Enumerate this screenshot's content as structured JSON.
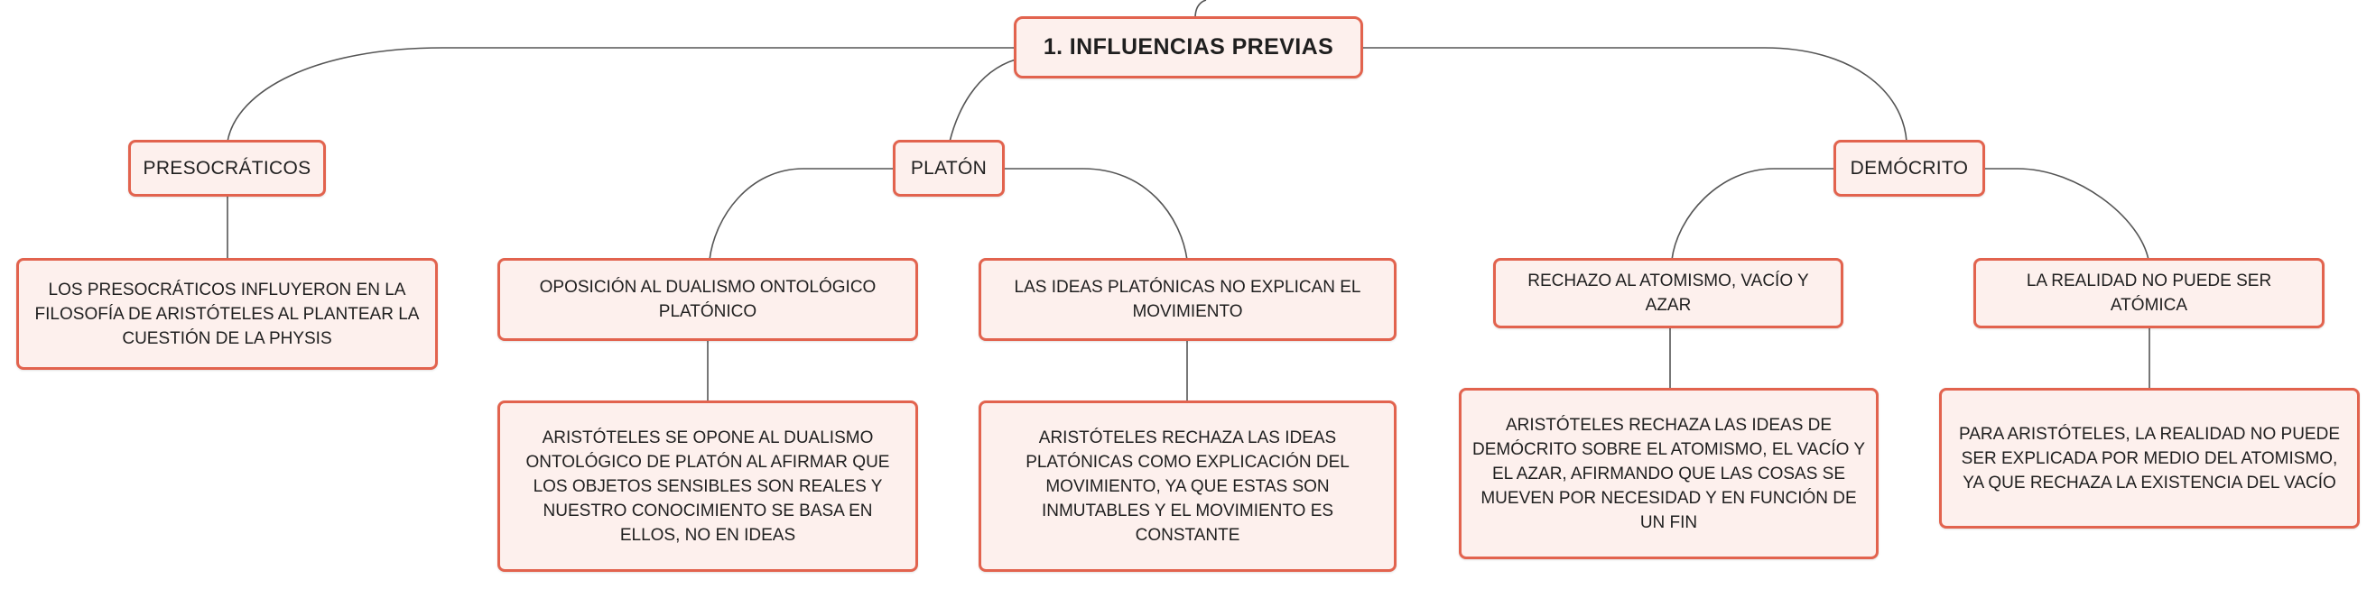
{
  "root": {
    "label": "1. INFLUENCIAS PREVIAS"
  },
  "branches": [
    {
      "label": "PRESOCRÁTICOS",
      "children": [
        {
          "label": "LOS PRESOCRÁTICOS INFLUYERON EN LA FILOSOFÍA DE ARISTÓTELES AL PLANTEAR LA CUESTIÓN DE LA PHYSIS"
        }
      ]
    },
    {
      "label": "PLATÓN",
      "children": [
        {
          "label": "OPOSICIÓN AL DUALISMO ONTOLÓGICO PLATÓNICO",
          "detail": "ARISTÓTELES SE OPONE AL DUALISMO ONTOLÓGICO DE PLATÓN AL AFIRMAR QUE LOS OBJETOS SENSIBLES SON REALES Y NUESTRO CONOCIMIENTO SE BASA EN ELLOS, NO EN IDEAS"
        },
        {
          "label": "LAS IDEAS PLATÓNICAS NO EXPLICAN EL MOVIMIENTO",
          "detail": "ARISTÓTELES RECHAZA LAS IDEAS PLATÓNICAS COMO EXPLICACIÓN DEL MOVIMIENTO, YA QUE ESTAS SON INMUTABLES Y EL MOVIMIENTO ES CONSTANTE"
        }
      ]
    },
    {
      "label": "DEMÓCRITO",
      "children": [
        {
          "label": "RECHAZO AL ATOMISMO, VACÍO Y AZAR",
          "detail": "ARISTÓTELES RECHAZA LAS IDEAS DE DEMÓCRITO SOBRE EL ATOMISMO, EL VACÍO Y EL AZAR, AFIRMANDO QUE LAS COSAS SE MUEVEN POR NECESIDAD Y EN FUNCIÓN DE UN FIN"
        },
        {
          "label": "LA REALIDAD NO PUEDE SER ATÓMICA",
          "detail": "PARA ARISTÓTELES, LA REALIDAD NO PUEDE SER EXPLICADA POR MEDIO DEL ATOMISMO, YA QUE RECHAZA LA EXISTENCIA DEL VACÍO"
        }
      ]
    }
  ],
  "colors": {
    "node_border": "#e2634e",
    "node_fill": "#fdf0ed",
    "connector": "#555555",
    "text": "#1f1f1f"
  }
}
